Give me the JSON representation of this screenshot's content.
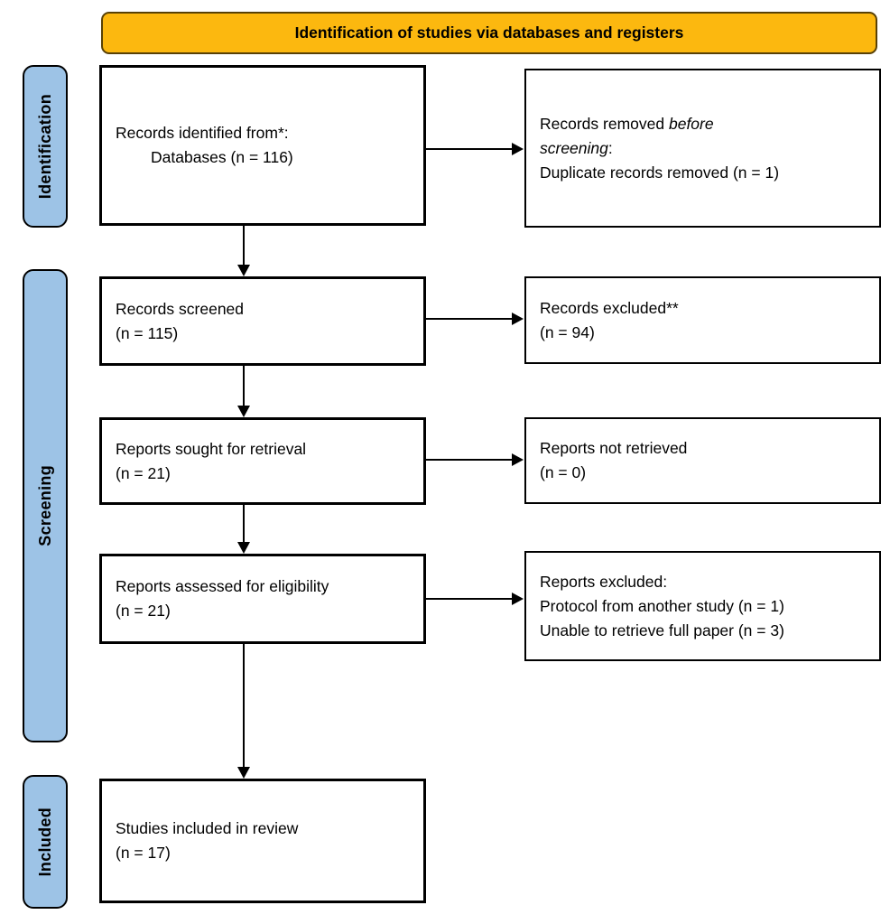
{
  "header": {
    "title": "Identification of studies via databases and registers"
  },
  "stages": [
    {
      "label": "Identification"
    },
    {
      "label": "Screening"
    },
    {
      "label": "Included"
    }
  ],
  "boxes": {
    "records_identified": {
      "line1": "Records identified from*:",
      "line2": "Databases (n = 116)"
    },
    "records_removed": {
      "l1_normal": "Records removed ",
      "l1_italic": "before",
      "l2_italic": "screening",
      "l2_normal": ":",
      "l3": "Duplicate records removed (n = 1)"
    },
    "records_screened": {
      "line1": "Records screened",
      "line2": "(n = 115)"
    },
    "records_excluded": {
      "line1": "Records excluded**",
      "line2": "(n = 94)"
    },
    "reports_sought": {
      "line1": "Reports sought for retrieval",
      "line2": "(n = 21)"
    },
    "reports_not_retrieved": {
      "line1": "Reports not retrieved",
      "line2": "(n = 0)"
    },
    "reports_assessed": {
      "line1": "Reports assessed for eligibility",
      "line2": "(n = 21)"
    },
    "reports_excluded": {
      "line1": "Reports excluded:",
      "line2": "Protocol from another study (n = 1)",
      "line3": "Unable to retrieve full paper (n = 3)"
    },
    "studies_included": {
      "line1": "Studies included in review",
      "line2": "(n = 17)"
    }
  },
  "colors": {
    "header_bg": "#FCB80F",
    "stage_bg": "#9DC3E6",
    "box_border": "#000000",
    "background": "#FFFFFF"
  }
}
